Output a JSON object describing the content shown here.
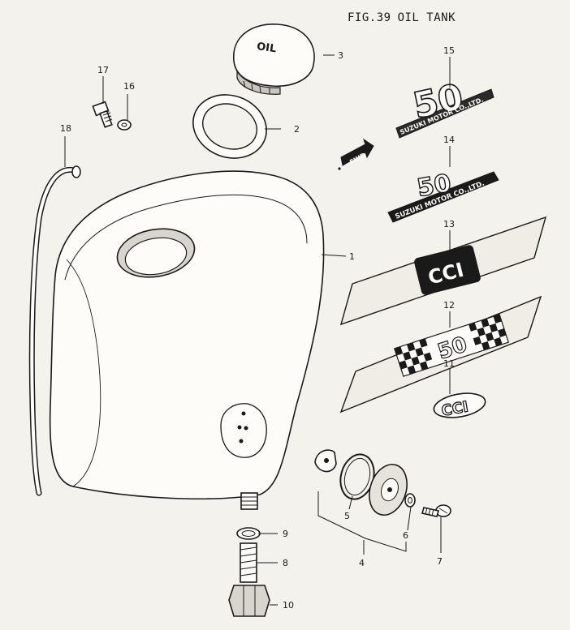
{
  "figure": {
    "number": "FIG.39",
    "title": "OIL TANK"
  },
  "callouts": [
    "1",
    "2",
    "3",
    "4",
    "5",
    "6",
    "7",
    "8",
    "9",
    "10",
    "11",
    "12",
    "13",
    "14",
    "15",
    "16",
    "17",
    "18"
  ],
  "emblems": {
    "cap_text": "OIL",
    "fwd_arrow": "FWD",
    "badge15_number": "50",
    "badge15_text": "SUZUKI MOTOR CO.,LTD.",
    "badge14_number": "50",
    "badge14_text": "SUZUKI MOTOR CO.,LTD.",
    "badge13_text": "CCI",
    "badge12_text": "50",
    "badge11_text": "CCI"
  }
}
